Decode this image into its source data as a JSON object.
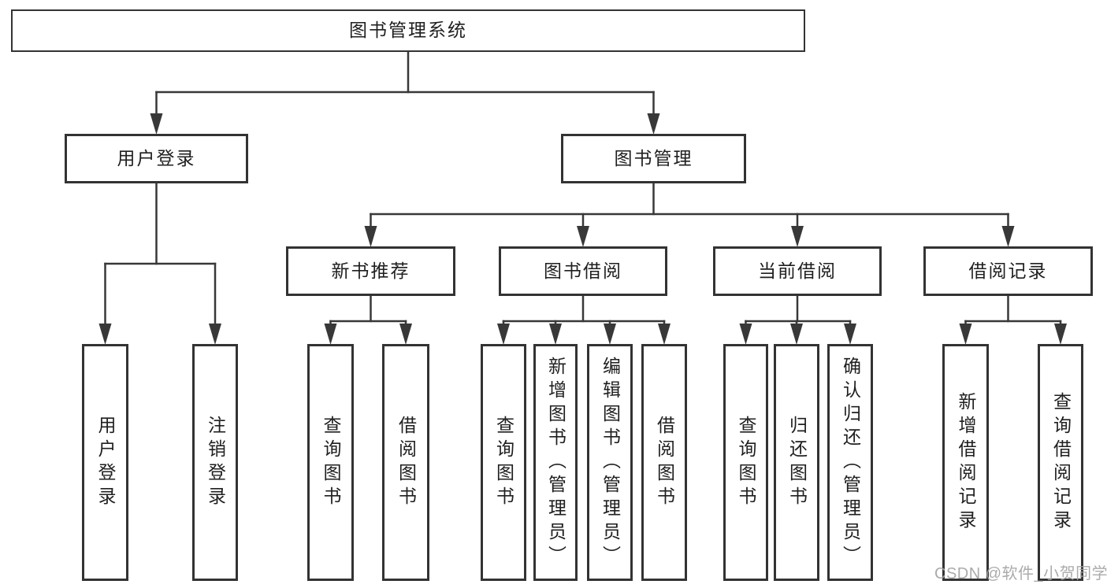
{
  "diagram": {
    "title": "图书管理系统",
    "watermark": "CSDN @软件_小贺同学",
    "colors": {
      "line": "#383838",
      "border": "#333333",
      "text": "#1f1f1f",
      "watermark": "#a4a4a4",
      "background": "#ffffff"
    },
    "nodes": {
      "root": {
        "label": "图书管理系统",
        "children": [
          "login",
          "mgmt"
        ]
      },
      "login": {
        "label": "用户登录",
        "children": [
          "login-user",
          "login-logout"
        ]
      },
      "mgmt": {
        "label": "图书管理",
        "children": [
          "rec",
          "borrow",
          "current",
          "record"
        ]
      },
      "rec": {
        "label": "新书推荐",
        "children": [
          "rec-query",
          "rec-borrow"
        ]
      },
      "borrow": {
        "label": "图书借阅",
        "children": [
          "borrow-query",
          "borrow-add",
          "borrow-edit",
          "borrow-lend"
        ]
      },
      "current": {
        "label": "当前借阅",
        "children": [
          "current-query",
          "current-return",
          "current-confirm"
        ]
      },
      "record": {
        "label": "借阅记录",
        "children": [
          "record-add",
          "record-query"
        ]
      },
      "login-user": {
        "label": "用户登录"
      },
      "login-logout": {
        "label": "注销登录"
      },
      "rec-query": {
        "label": "查询图书"
      },
      "rec-borrow": {
        "label": "借阅图书"
      },
      "borrow-query": {
        "label": "查询图书"
      },
      "borrow-add": {
        "label": "新增图书（管理员）"
      },
      "borrow-edit": {
        "label": "编辑图书（管理员）"
      },
      "borrow-lend": {
        "label": "借阅图书"
      },
      "current-query": {
        "label": "查询图书"
      },
      "current-return": {
        "label": "归还图书"
      },
      "current-confirm": {
        "label": "确认归还（管理员）"
      },
      "record-add": {
        "label": "新增借阅记录"
      },
      "record-query": {
        "label": "查询借阅记录"
      }
    }
  }
}
